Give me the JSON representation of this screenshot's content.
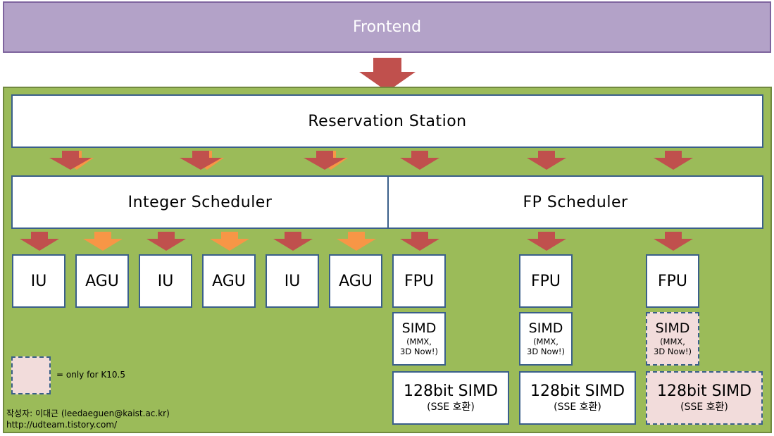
{
  "frontend": "Frontend",
  "reservation_station": "Reservation Station",
  "integer_scheduler": "Integer Scheduler",
  "fp_scheduler": "FP Scheduler",
  "units": [
    "IU",
    "AGU",
    "IU",
    "AGU",
    "IU",
    "AGU"
  ],
  "fpu": "FPU",
  "simd": {
    "title": "SIMD",
    "sub1": "(MMX,",
    "sub2": "3D Now!)"
  },
  "simd128": {
    "title": "128bit SIMD",
    "sub": "(SSE 호환)"
  },
  "legend": "= only for K10.5",
  "author": {
    "line1": "작성자: 이대근 (leedaeguen@kaist.ac.kr)",
    "line2": "http://udteam.tistory.com/"
  },
  "colors": {
    "red_arrow": "#c0504d",
    "orange_arrow": "#f79646",
    "green": "#9bbb59",
    "purple": "#b3a2c8",
    "k105_fill": "#f2dcdb",
    "border": "#3a5f8a"
  }
}
